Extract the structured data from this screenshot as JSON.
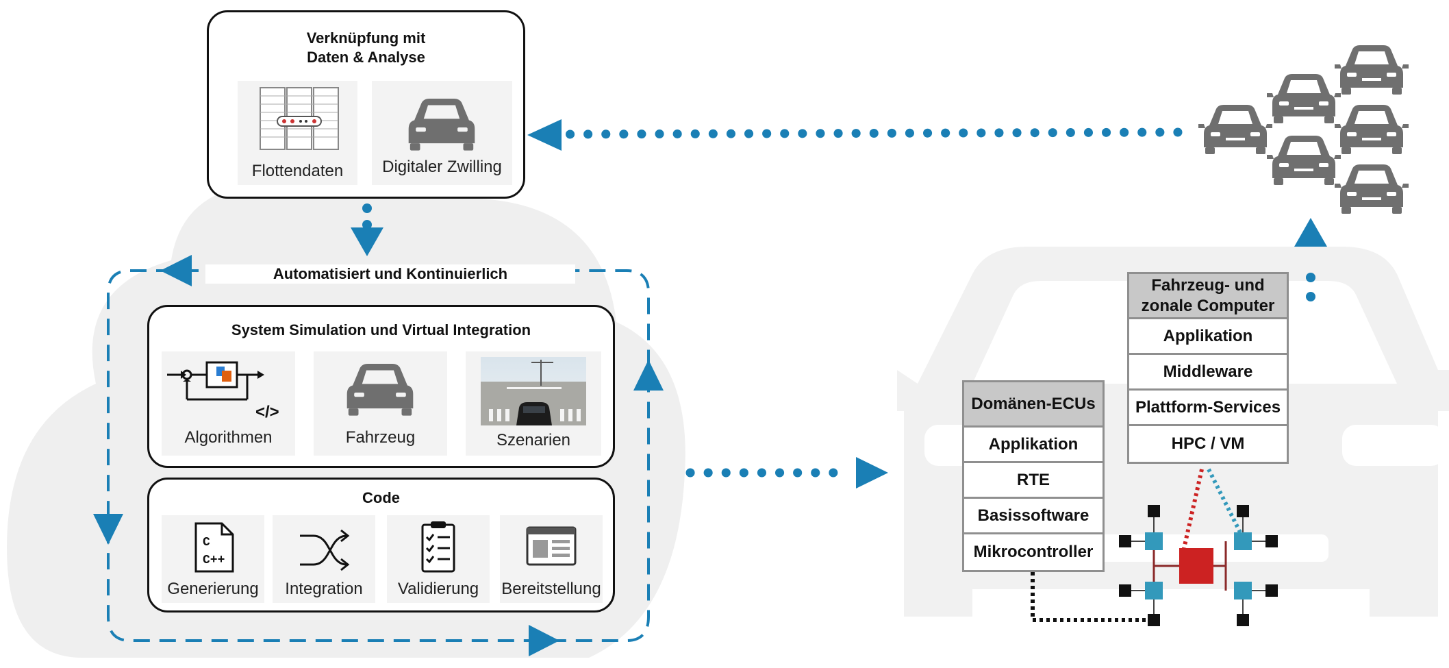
{
  "colors": {
    "accent": "#1a7fb5",
    "ecu_red": "#cc2222",
    "node_blue": "#3399bb",
    "stack_border": "#8f8f8f",
    "stack_head": "#c8c8c8"
  },
  "fleet": {
    "title_line1": "Verknüpfung mit",
    "title_line2": "Daten & Analyse",
    "items": [
      {
        "label": "Flottendaten",
        "icon": "server-rack-icon"
      },
      {
        "label": "Digitaler Zwilling",
        "icon": "car-icon"
      }
    ]
  },
  "loop": {
    "label": "Automatisiert und Kontinuierlich"
  },
  "simulation": {
    "title": "System Simulation und Virtual Integration",
    "items": [
      {
        "label": "Algorithmen",
        "icon": "block-diagram-icon"
      },
      {
        "label": "Fahrzeug",
        "icon": "car-icon"
      },
      {
        "label": "Szenarien",
        "icon": "scenario-image"
      }
    ],
    "code_tag": "</>"
  },
  "code": {
    "title": "Code",
    "items": [
      {
        "label": "Generierung",
        "icon": "c-cpp-file-icon"
      },
      {
        "label": "Integration",
        "icon": "shuffle-icon"
      },
      {
        "label": "Validierung",
        "icon": "checklist-icon"
      },
      {
        "label": "Bereitstellung",
        "icon": "dashboard-window-icon"
      }
    ],
    "file_c": "C",
    "file_cpp": "C++"
  },
  "domain_ecus": {
    "title": "Domänen-ECUs",
    "layers": [
      "Applikation",
      "RTE",
      "Basissoftware",
      "Mikrocontroller"
    ]
  },
  "zonal": {
    "title_line1": "Fahrzeug- und",
    "title_line2": "zonale Computer",
    "layers": [
      "Applikation",
      "Middleware",
      "Plattform-Services",
      "HPC / VM"
    ]
  }
}
